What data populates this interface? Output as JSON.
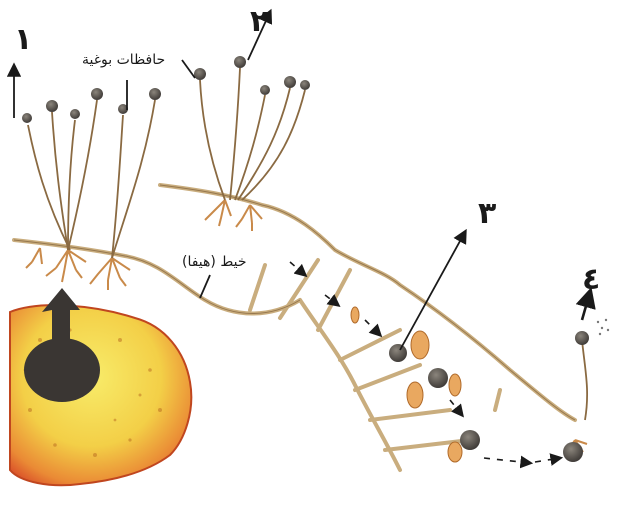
{
  "labels": {
    "stage1": "١",
    "stage2": "٢",
    "stage3": "٣",
    "stage4": "٤",
    "sporangiophores": "حافظات بوغية",
    "hypha": "خيط (هيفا)"
  },
  "colors": {
    "hypha": "#c9ad7e",
    "hypha_dark": "#8a6a42",
    "sporangium": "#4a4540",
    "bread_light": "#f6e24f",
    "bread_dark": "#e0522a",
    "arrow": "#1a1a1a",
    "bulge": "#e9a860"
  }
}
